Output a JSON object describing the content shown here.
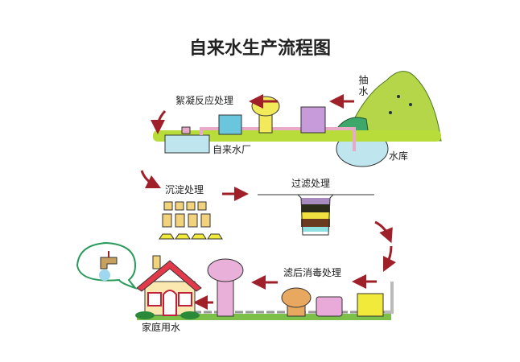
{
  "title": "自来水生产流程图",
  "labels": {
    "flocculation": "絮凝反应处理",
    "pump": "抽水",
    "plant": "自来水厂",
    "reservoir": "水库",
    "sedimentation": "沉淀处理",
    "filtration": "过滤处理",
    "disinfection": "滤后消毒处理",
    "household": "家庭用水"
  },
  "colors": {
    "arrow": "#a0202a",
    "grass": "#b8dd3a",
    "water": "#bfe6ee",
    "pipe": "#e9a9c9"
  }
}
